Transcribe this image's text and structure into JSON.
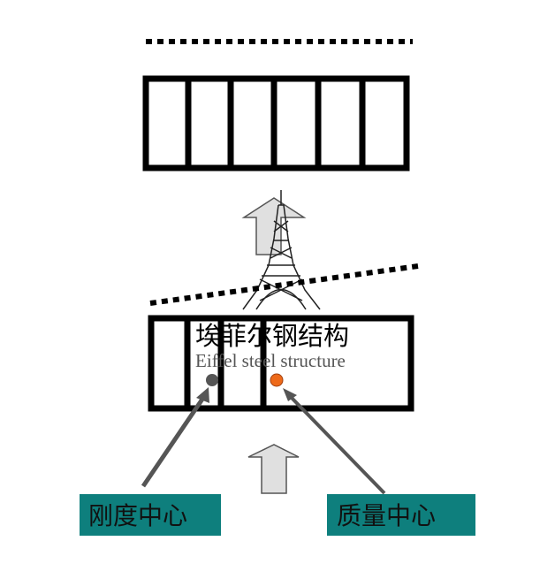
{
  "title_cn": "埃菲尔钢结构",
  "title_en": "Eiffel steel structure",
  "labels": {
    "stiffness_center": "刚度中心",
    "mass_center": "质量中心"
  },
  "colors": {
    "label_bg": "#0e7f7d",
    "mass_dot": "#ee6a1a",
    "stiffness_dot": "#555555",
    "arrow_fill": "#e0e0e0"
  }
}
